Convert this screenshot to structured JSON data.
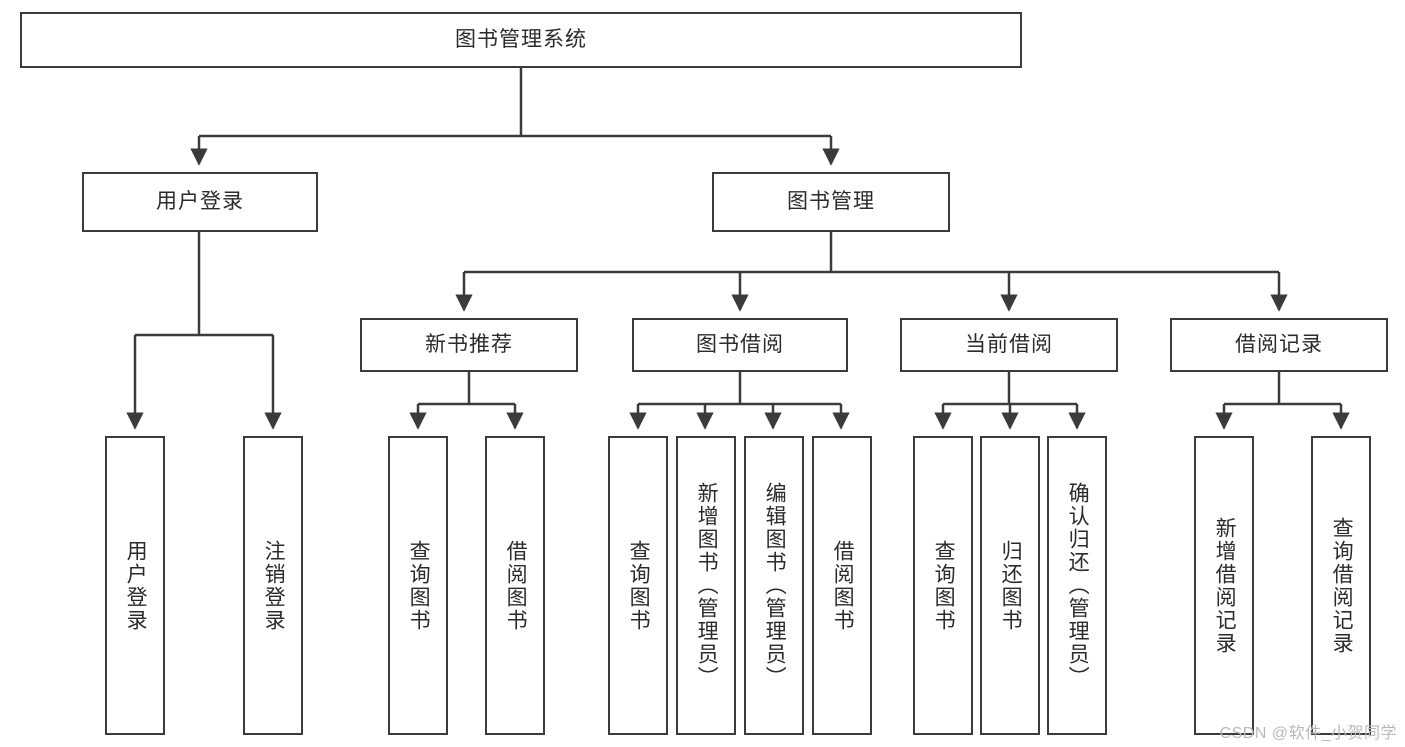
{
  "diagram": {
    "title_node": {
      "label": "图书管理系统"
    },
    "level2": [
      {
        "label": "用户登录"
      },
      {
        "label": "图书管理"
      }
    ],
    "level3": [
      {
        "label": "新书推荐"
      },
      {
        "label": "图书借阅"
      },
      {
        "label": "当前借阅"
      },
      {
        "label": "借阅记录"
      }
    ],
    "leaves": {
      "user_login": [
        {
          "label": "用户登录"
        },
        {
          "label": "注销登录"
        }
      ],
      "new_book_recommend": [
        {
          "label": "查询图书"
        },
        {
          "label": "借阅图书"
        }
      ],
      "book_borrow": [
        {
          "label": "查询图书"
        },
        {
          "label": "新增图书（管理员）"
        },
        {
          "label": "编辑图书（管理员）"
        },
        {
          "label": "借阅图书"
        }
      ],
      "current_borrow": [
        {
          "label": "查询图书"
        },
        {
          "label": "归还图书"
        },
        {
          "label": "确认归还（管理员）"
        }
      ],
      "borrow_record": [
        {
          "label": "新增借阅记录"
        },
        {
          "label": "查询借阅记录"
        }
      ]
    },
    "watermark": "CSDN @软件_小贺同学",
    "colors": {
      "stroke": "#3b3b3b",
      "box_fill": "#ffffff",
      "text": "#2b2b2b",
      "watermark": "#b9b9b9"
    }
  }
}
